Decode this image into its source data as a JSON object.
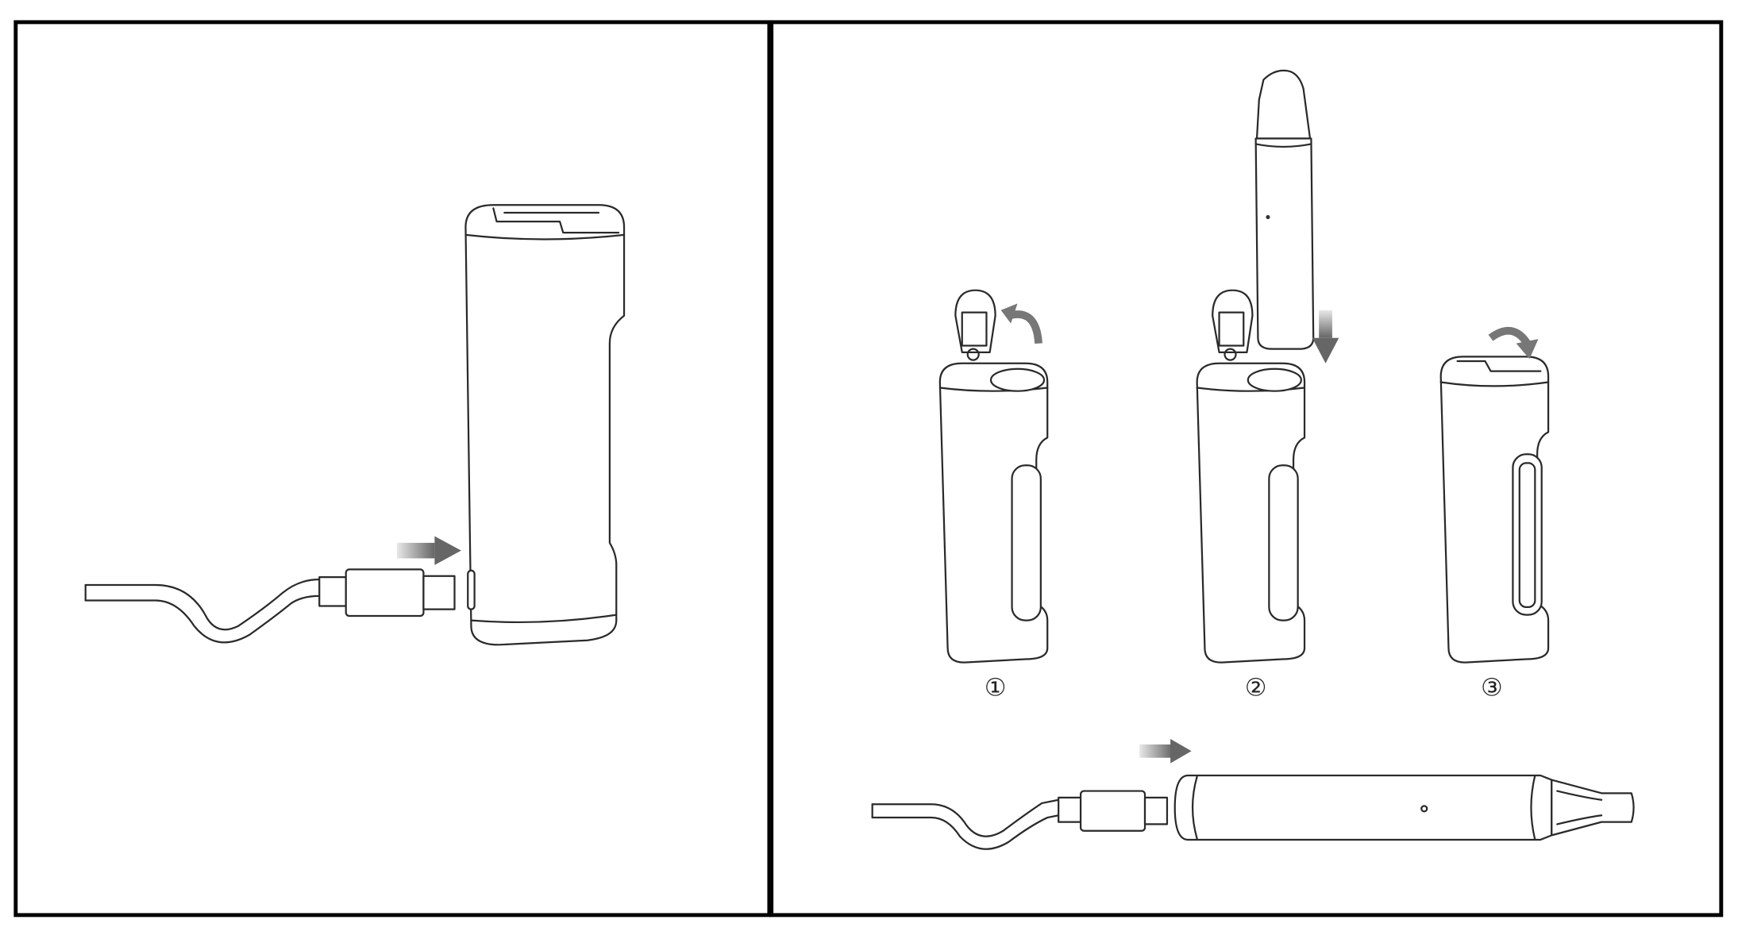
{
  "steps": [
    {
      "label": "①"
    },
    {
      "label": "②"
    },
    {
      "label": "③"
    }
  ],
  "colors": {
    "line": "#2a2a2a",
    "arrow": "#666666",
    "frame": "#000000"
  }
}
